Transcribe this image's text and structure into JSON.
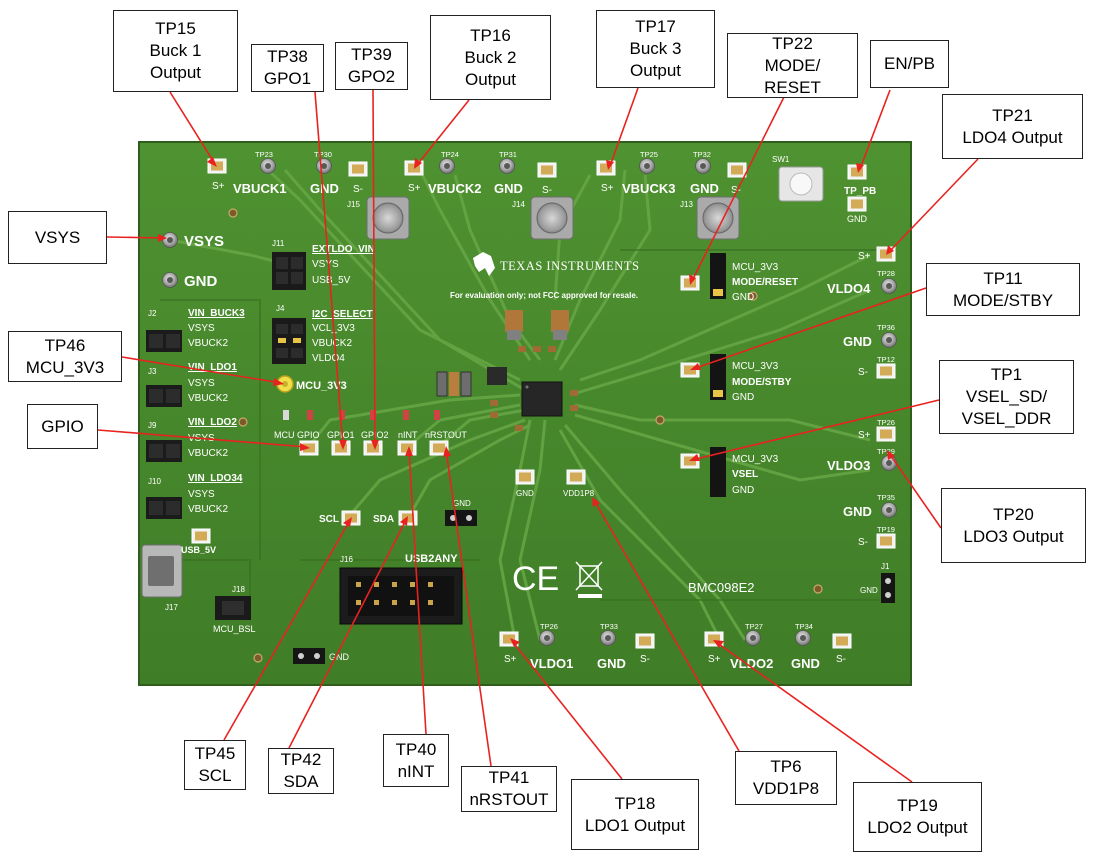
{
  "colors": {
    "board": "#4a8a2e",
    "board_dark": "#3e7a26",
    "trace": "#5f9d3e",
    "pad": "#d8b869",
    "silk": "#ffffff",
    "leader": "#e8231f",
    "callout_border": "#222222",
    "hole": "#9a9a9a"
  },
  "callouts": {
    "tp15": {
      "line1": "TP15",
      "line2": "Buck 1",
      "line3": "Output"
    },
    "tp38": {
      "line1": "TP38",
      "line2": "GPO1"
    },
    "tp39": {
      "line1": "TP39",
      "line2": "GPO2"
    },
    "tp16": {
      "line1": "TP16",
      "line2": "Buck 2",
      "line3": "Output"
    },
    "tp17": {
      "line1": "TP17",
      "line2": "Buck 3",
      "line3": "Output"
    },
    "tp22": {
      "line1": "TP22",
      "line2": "MODE/",
      "line3": "RESET"
    },
    "enpb": {
      "line1": "EN/PB"
    },
    "tp21": {
      "line1": "TP21",
      "line2": "LDO4 Output"
    },
    "vsys": {
      "line1": "VSYS"
    },
    "tp11": {
      "line1": "TP11",
      "line2": "MODE/STBY"
    },
    "tp46": {
      "line1": "TP46",
      "line2": "MCU_3V3"
    },
    "tp1": {
      "line1": "TP1",
      "line2": "VSEL_SD/",
      "line3": "VSEL_DDR"
    },
    "gpio": {
      "line1": "GPIO"
    },
    "tp20": {
      "line1": "TP20",
      "line2": "LDO3 Output"
    },
    "tp45": {
      "line1": "TP45",
      "line2": "SCL"
    },
    "tp42": {
      "line1": "TP42",
      "line2": "SDA"
    },
    "tp40": {
      "line1": "TP40",
      "line2": "nINT"
    },
    "tp41": {
      "line1": "TP41",
      "line2": "nRSTOUT"
    },
    "tp18": {
      "line1": "TP18",
      "line2": "LDO1 Output"
    },
    "tp6": {
      "line1": "TP6",
      "line2": "VDD1P8"
    },
    "tp19": {
      "line1": "TP19",
      "line2": "LDO2 Output"
    }
  },
  "board": {
    "ti_brand": "TEXAS INSTRUMENTS",
    "ti_disclaimer": "For evaluation only; not FCC approved for resale.",
    "board_id": "BMC098E2",
    "ce_mark": "CE",
    "weee_mark": "WEEE",
    "left": {
      "vsys": "VSYS",
      "gnd": "GND",
      "vin_buck3": "VIN_BUCK3",
      "vin_ldo1": "VIN_LDO1",
      "vin_ldo2": "VIN_LDO2",
      "vin_ldo34": "VIN_LDO34",
      "vsys_opt": "VSYS",
      "vbuck2_opt": "VBUCK2",
      "usb_5v": "USB_5V",
      "mcu_bsl": "MCU_BSL",
      "j8_gnd": "GND",
      "j2": "J2",
      "j3": "J3",
      "j9": "J9",
      "j10": "J10",
      "j17": "J17",
      "j18": "J18"
    },
    "selects": {
      "extldo_vin": "EXTLDO_VIN",
      "extldo_vsys": "VSYS",
      "extldo_usb5v": "USB_5V",
      "i2c_select": "I2C_SELECT",
      "i2c_mcu": "VCL_3V3",
      "i2c_vbuck2": "VBUCK2",
      "i2c_vldo4": "VLDO4",
      "j11": "J11",
      "j4": "J4"
    },
    "mid": {
      "mcu_3v3": "MCU_3V3",
      "gpio_labels": [
        "MCU GPIO",
        "GPIO1",
        "GPIO2"
      ],
      "nint": "nINT",
      "nrstout": "nRSTOUT",
      "scl": "SCL",
      "sda": "SDA",
      "usb2any": "USB2ANY",
      "j16": "J16",
      "j7_gnd": "GND",
      "tp13_gnd": "GND",
      "tp6_vdd": "VDD1P8"
    },
    "top": {
      "buck1": "VBUCK1",
      "buck2": "VBUCK2",
      "buck3": "VBUCK3",
      "gnd": "GND",
      "sp": "S+",
      "sm": "S-",
      "tp23": "TP23",
      "tp30": "TP30",
      "tp24": "TP24",
      "tp31": "TP31",
      "tp25": "TP25",
      "tp32": "TP32",
      "j15": "J15",
      "j14": "J14",
      "j13": "J13",
      "sw1": "SW1",
      "tp_pb": "TP_PB",
      "tp_pb_gnd": "GND"
    },
    "right": {
      "mcu_3v3": "MCU_3V3",
      "mode_reset": "MODE/RESET",
      "mode_stby": "MODE/STBY",
      "vsel": "VSEL",
      "gnd": "GND",
      "vldo4": "VLDO4",
      "vldo3": "VLDO3",
      "sp": "S+",
      "sm": "S-",
      "tp28": "TP28",
      "tp36": "TP36",
      "tp12": "TP12",
      "tp26": "TP26",
      "tp29": "TP29",
      "tp35": "TP35",
      "tp19": "TP19",
      "j1": "J1",
      "j1_gnd": "GND"
    },
    "bottom": {
      "vldo1": "VLDO1",
      "vldo2": "VLDO2",
      "gnd": "GND",
      "sp": "S+",
      "sm": "S-",
      "tp26": "TP26",
      "tp33": "TP33",
      "tp27": "TP27",
      "tp34": "TP34"
    }
  }
}
